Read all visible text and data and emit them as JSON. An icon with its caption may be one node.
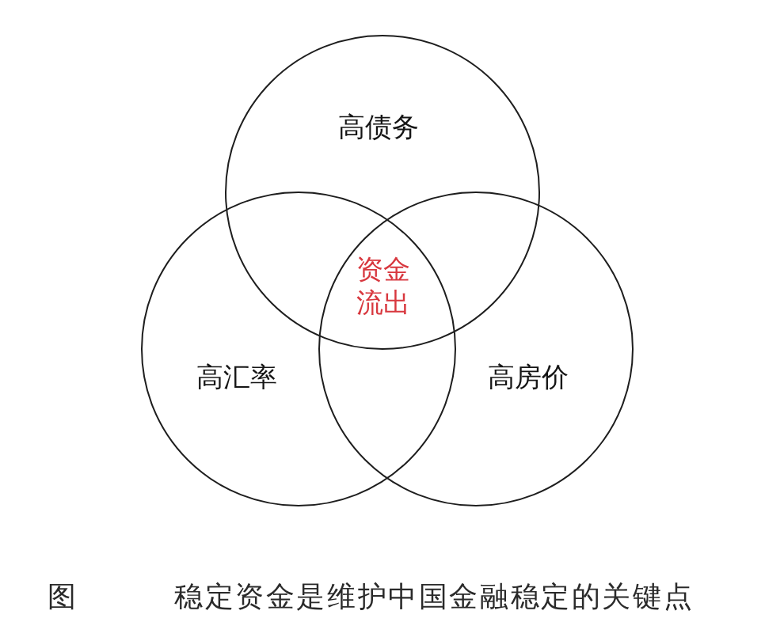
{
  "diagram": {
    "caption": "稳定资金是维护中国金融稳定的关键点",
    "nodes": [
      {
        "text": [
          "高债务"
        ]
      },
      {
        "text": [
          "高汇率"
        ]
      },
      {
        "text": [
          "高房价"
        ]
      }
    ],
    "labels": [
      "资金流出",
      "图"
    ]
  }
}
